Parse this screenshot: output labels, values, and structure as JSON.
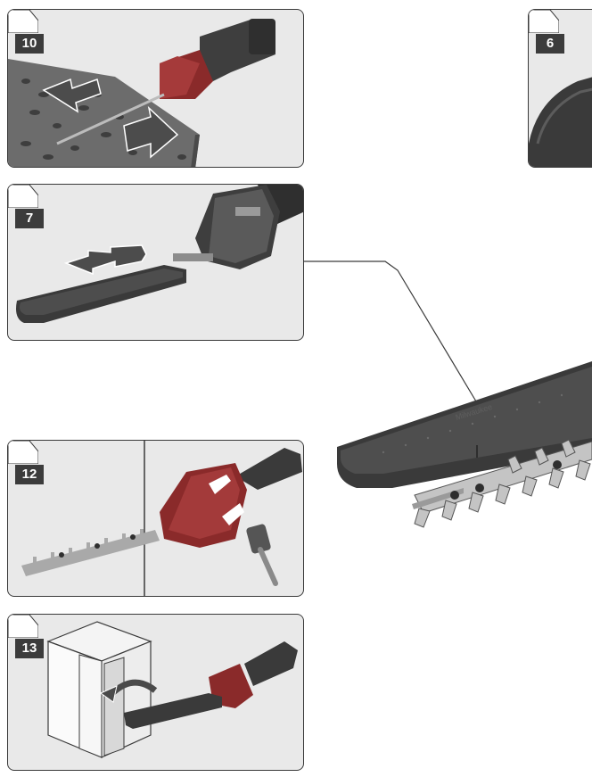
{
  "panels": [
    {
      "id": "step-10",
      "number": "10"
    },
    {
      "id": "step-7",
      "number": "7"
    },
    {
      "id": "step-12",
      "number": "12"
    },
    {
      "id": "step-13",
      "number": "13"
    },
    {
      "id": "step-6",
      "number": "6"
    }
  ],
  "illustration": {
    "brand_logo_text": "Milwaukee",
    "tool_red": "#8a2a2a",
    "tool_gray": "#4a4a4a",
    "panel_background": "#e9e9e9"
  }
}
